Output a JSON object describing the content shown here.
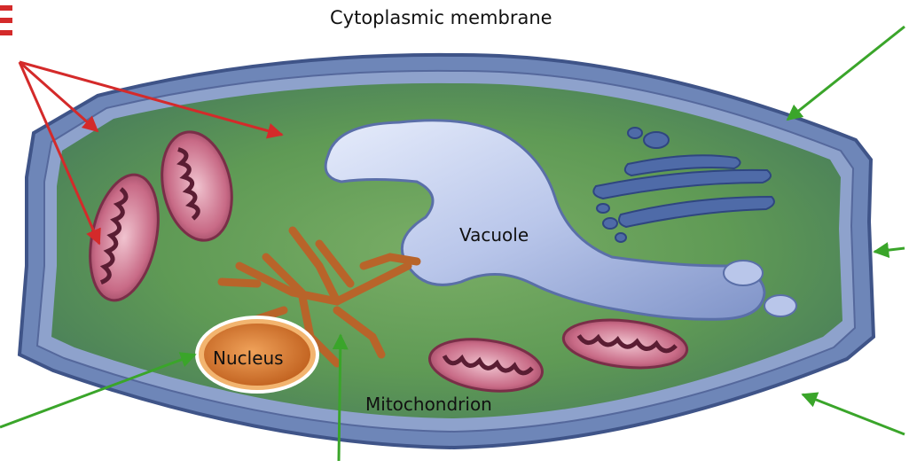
{
  "labels": {
    "cytoplasmic_membrane": "Cytoplasmic membrane",
    "vacuole": "Vacuole",
    "nucleus": "Nucleus",
    "mitochondrion": "Mitochondrion"
  },
  "colors": {
    "red_arrow": "#d42a2a",
    "green_arrow": "#3aa52a",
    "cell_wall": "#6e86b8",
    "cytoplasm": "#5f9a55",
    "vacuole": "#b9c6ea",
    "nucleus": "#d9782a",
    "mitochondrion": "#b0506e",
    "chromatin": "#b8642a"
  }
}
